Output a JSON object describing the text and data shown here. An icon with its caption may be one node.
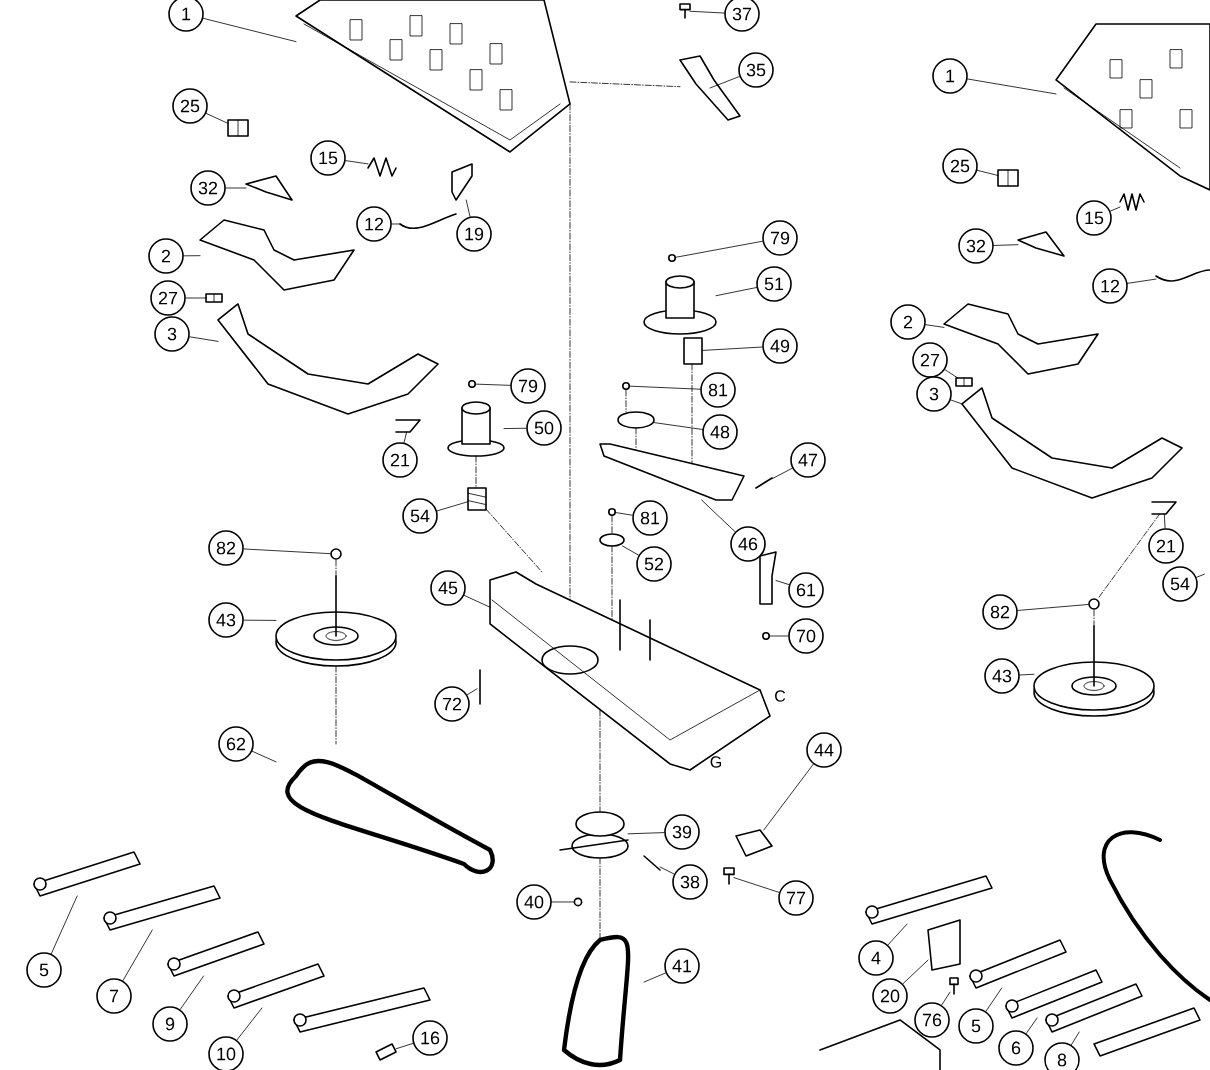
{
  "diagram": {
    "nodes": [
      {
        "text": [
          "1"
        ]
      },
      {
        "text": [
          "25"
        ]
      },
      {
        "text": [
          "15"
        ]
      },
      {
        "text": [
          "32"
        ]
      },
      {
        "text": [
          "12"
        ]
      },
      {
        "text": [
          "19"
        ]
      },
      {
        "text": [
          "2"
        ]
      },
      {
        "text": [
          "27"
        ]
      },
      {
        "text": [
          "3"
        ]
      },
      {
        "text": [
          "21"
        ]
      },
      {
        "text": [
          "79"
        ]
      },
      {
        "text": [
          "50"
        ]
      },
      {
        "text": [
          "54"
        ]
      },
      {
        "text": [
          "82"
        ]
      },
      {
        "text": [
          "43"
        ]
      },
      {
        "text": [
          "62"
        ]
      },
      {
        "text": [
          "45"
        ]
      },
      {
        "text": [
          "72"
        ]
      },
      {
        "text": [
          "5"
        ]
      },
      {
        "text": [
          "7"
        ]
      },
      {
        "text": [
          "9"
        ]
      },
      {
        "text": [
          "10"
        ]
      },
      {
        "text": [
          "16"
        ]
      },
      {
        "text": [
          "37"
        ]
      },
      {
        "text": [
          "35"
        ]
      },
      {
        "text": [
          "79"
        ]
      },
      {
        "text": [
          "51"
        ]
      },
      {
        "text": [
          "49"
        ]
      },
      {
        "text": [
          "81"
        ]
      },
      {
        "text": [
          "48"
        ]
      },
      {
        "text": [
          "47"
        ]
      },
      {
        "text": [
          "46"
        ]
      },
      {
        "text": [
          "81"
        ]
      },
      {
        "text": [
          "52"
        ]
      },
      {
        "text": [
          "61"
        ]
      },
      {
        "text": [
          "70"
        ]
      },
      {
        "text": [
          "44"
        ]
      },
      {
        "text": [
          "39"
        ]
      },
      {
        "text": [
          "38"
        ]
      },
      {
        "text": [
          "77"
        ]
      },
      {
        "text": [
          "40"
        ]
      },
      {
        "text": [
          "41"
        ]
      },
      {
        "text": [
          "1"
        ]
      },
      {
        "text": [
          "25"
        ]
      },
      {
        "text": [
          "15"
        ]
      },
      {
        "text": [
          "32"
        ]
      },
      {
        "text": [
          "12"
        ]
      },
      {
        "text": [
          "2"
        ]
      },
      {
        "text": [
          "27"
        ]
      },
      {
        "text": [
          "3"
        ]
      },
      {
        "text": [
          "21"
        ]
      },
      {
        "text": [
          "54"
        ]
      },
      {
        "text": [
          "82"
        ]
      },
      {
        "text": [
          "43"
        ]
      },
      {
        "text": [
          "4"
        ]
      },
      {
        "text": [
          "20"
        ]
      },
      {
        "text": [
          "76"
        ]
      },
      {
        "text": [
          "5"
        ]
      },
      {
        "text": [
          "6"
        ]
      },
      {
        "text": [
          "8"
        ]
      },
      {
        "text": [],
        "shape": "picture"
      },
      {
        "text": [],
        "shape": "picture"
      },
      {
        "text": [],
        "shape": "picture"
      },
      {
        "text": [],
        "shape": "picture"
      },
      {
        "text": [],
        "shape": "picture"
      },
      {
        "text": [],
        "shape": "picture"
      },
      {
        "text": [],
        "shape": "picture"
      },
      {
        "text": [],
        "shape": "picture"
      },
      {
        "text": [],
        "shape": "picture"
      },
      {
        "text": [],
        "shape": "picture"
      },
      {
        "text": [],
        "shape": "picture"
      },
      {
        "text": [],
        "shape": "picture"
      },
      {
        "text": [],
        "shape": "picture"
      },
      {
        "text": [],
        "shape": "picture"
      },
      {
        "text": [],
        "shape": "picture"
      },
      {
        "text": [],
        "shape": "picture"
      },
      {
        "text": [],
        "shape": "picture"
      },
      {
        "text": [],
        "shape": "picture"
      },
      {
        "text": [],
        "shape": "picture"
      },
      {
        "text": [],
        "shape": "picture"
      },
      {
        "text": [],
        "shape": "picture"
      },
      {
        "text": [],
        "shape": "picture"
      },
      {
        "text": [],
        "shape": "picture"
      },
      {
        "text": [],
        "shape": "picture"
      },
      {
        "text": [],
        "shape": "picture"
      },
      {
        "text": [],
        "shape": "picture"
      },
      {
        "text": [],
        "shape": "picture"
      },
      {
        "text": [],
        "shape": "picture"
      },
      {
        "text": [],
        "shape": "picture"
      },
      {
        "text": [],
        "shape": "picture"
      },
      {
        "text": [],
        "shape": "picture"
      },
      {
        "text": [],
        "shape": "picture"
      },
      {
        "text": [],
        "shape": "picture"
      },
      {
        "text": [],
        "shape": "picture"
      },
      {
        "text": [],
        "shape": "picture"
      },
      {
        "text": [],
        "shape": "picture"
      },
      {
        "text": [],
        "shape": "picture"
      },
      {
        "text": [],
        "shape": "picture"
      },
      {
        "text": [],
        "shape": "picture"
      },
      {
        "text": [],
        "shape": "picture"
      },
      {
        "text": [],
        "shape": "picture"
      },
      {
        "text": [],
        "shape": "picture"
      },
      {
        "text": [],
        "shape": "picture"
      },
      {
        "text": [],
        "shape": "picture"
      },
      {
        "text": [],
        "shape": "picture"
      },
      {
        "text": [],
        "shape": "picture"
      },
      {
        "text": [],
        "shape": "picture"
      },
      {
        "text": [],
        "shape": "picture"
      },
      {
        "text": [],
        "shape": "picture"
      },
      {
        "text": [],
        "shape": "picture"
      },
      {
        "text": [],
        "shape": "picture"
      },
      {
        "text": [],
        "shape": "picture"
      },
      {
        "text": [],
        "shape": "picture"
      },
      {
        "text": [],
        "shape": "picture"
      },
      {
        "text": [],
        "shape": "picture"
      },
      {
        "text": [],
        "shape": "picture"
      },
      {
        "text": [],
        "shape": "picture"
      },
      {
        "text": [],
        "shape": "picture"
      },
      {
        "text": [],
        "shape": "picture"
      }
    ],
    "edges": [
      {
        "from": 0,
        "to": 60,
        "arrow": "none"
      },
      {
        "from": 1,
        "to": 61,
        "arrow": "none"
      },
      {
        "from": 2,
        "to": 62,
        "arrow": "none"
      },
      {
        "from": 3,
        "to": 63,
        "arrow": "none"
      },
      {
        "from": 4,
        "to": 64,
        "arrow": "none"
      },
      {
        "from": 5,
        "to": 65,
        "arrow": "none"
      },
      {
        "from": 6,
        "to": 66,
        "arrow": "none"
      },
      {
        "from": 7,
        "to": 67,
        "arrow": "none"
      },
      {
        "from": 8,
        "to": 68,
        "arrow": "none"
      },
      {
        "from": 9,
        "to": 69,
        "arrow": "none"
      },
      {
        "from": 10,
        "to": 70,
        "arrow": "none"
      },
      {
        "from": 11,
        "to": 71,
        "arrow": "none"
      },
      {
        "from": 12,
        "to": 72,
        "arrow": "none"
      },
      {
        "from": 13,
        "to": 73,
        "arrow": "none"
      },
      {
        "from": 14,
        "to": 74,
        "arrow": "none"
      },
      {
        "from": 15,
        "to": 75,
        "arrow": "none"
      },
      {
        "from": 16,
        "to": 76,
        "arrow": "none"
      },
      {
        "from": 17,
        "to": 77,
        "arrow": "none"
      },
      {
        "from": 18,
        "to": 78,
        "arrow": "none"
      },
      {
        "from": 19,
        "to": 79,
        "arrow": "none"
      },
      {
        "from": 20,
        "to": 80,
        "arrow": "none"
      },
      {
        "from": 21,
        "to": 81,
        "arrow": "none"
      },
      {
        "from": 22,
        "to": 82,
        "arrow": "none"
      },
      {
        "from": 23,
        "to": 83,
        "arrow": "none"
      },
      {
        "from": 24,
        "to": 84,
        "arrow": "none"
      },
      {
        "from": 25,
        "to": 85,
        "arrow": "none"
      },
      {
        "from": 26,
        "to": 86,
        "arrow": "none"
      },
      {
        "from": 27,
        "to": 87,
        "arrow": "none"
      },
      {
        "from": 28,
        "to": 88,
        "arrow": "none"
      },
      {
        "from": 29,
        "to": 89,
        "arrow": "none"
      },
      {
        "from": 30,
        "to": 90,
        "arrow": "none"
      },
      {
        "from": 31,
        "to": 91,
        "arrow": "none"
      },
      {
        "from": 32,
        "to": 92,
        "arrow": "none"
      },
      {
        "from": 33,
        "to": 93,
        "arrow": "none"
      },
      {
        "from": 34,
        "to": 94,
        "arrow": "none"
      },
      {
        "from": 35,
        "to": 95,
        "arrow": "none"
      },
      {
        "from": 36,
        "to": 96,
        "arrow": "none"
      },
      {
        "from": 37,
        "to": 97,
        "arrow": "none"
      },
      {
        "from": 38,
        "to": 98,
        "arrow": "none"
      },
      {
        "from": 39,
        "to": 99,
        "arrow": "none"
      },
      {
        "from": 40,
        "to": 100,
        "arrow": "none"
      },
      {
        "from": 41,
        "to": 101,
        "arrow": "none"
      },
      {
        "from": 42,
        "to": 102,
        "arrow": "none"
      },
      {
        "from": 43,
        "to": 103,
        "arrow": "none"
      },
      {
        "from": 44,
        "to": 104,
        "arrow": "none"
      },
      {
        "from": 45,
        "to": 105,
        "arrow": "none"
      },
      {
        "from": 46,
        "to": 106,
        "arrow": "none"
      },
      {
        "from": 47,
        "to": 107,
        "arrow": "none"
      },
      {
        "from": 48,
        "to": 108,
        "arrow": "none"
      },
      {
        "from": 49,
        "to": 109,
        "arrow": "none"
      },
      {
        "from": 50,
        "to": 110,
        "arrow": "none"
      },
      {
        "from": 51,
        "to": null,
        "arrow": "none"
      },
      {
        "from": 52,
        "to": 111,
        "arrow": "none"
      },
      {
        "from": 53,
        "to": 112,
        "arrow": "none"
      },
      {
        "from": 54,
        "to": 113,
        "arrow": "none"
      },
      {
        "from": 55,
        "to": 114,
        "arrow": "none"
      },
      {
        "from": 56,
        "to": 115,
        "arrow": "none"
      },
      {
        "from": 57,
        "to": 116,
        "arrow": "none"
      },
      {
        "from": 58,
        "to": 117,
        "arrow": "none"
      },
      {
        "from": 59,
        "to": 118,
        "arrow": "none"
      },
      {
        "from": 60,
        "to": 76,
        "arrow": "none",
        "style": "dashed"
      },
      {
        "from": 76,
        "to": 97,
        "arrow": "none",
        "style": "dashed"
      },
      {
        "from": 97,
        "to": 101,
        "arrow": "none",
        "style": "dashed"
      },
      {
        "from": 71,
        "to": 72,
        "arrow": "none",
        "style": "dashed"
      },
      {
        "from": 72,
        "to": 76,
        "arrow": "none",
        "style": "dashed"
      },
      {
        "from": 73,
        "to": 74,
        "arrow": "none",
        "style": "dashed"
      },
      {
        "from": 74,
        "to": 75,
        "arrow": "none",
        "style": "dashed"
      },
      {
        "from": 60,
        "to": 84,
        "arrow": "none",
        "style": "dashed"
      },
      {
        "from": 87,
        "to": 91,
        "arrow": "none",
        "style": "dashed"
      },
      {
        "from": 88,
        "to": 89,
        "arrow": "none",
        "style": "dashed"
      },
      {
        "from": 89,
        "to": 91,
        "arrow": "none",
        "style": "dashed"
      },
      {
        "from": 92,
        "to": 93,
        "arrow": "none",
        "style": "dashed"
      },
      {
        "from": 93,
        "to": 76,
        "arrow": "none",
        "style": "dashed"
      },
      {
        "from": 110,
        "to": 111,
        "arrow": "none",
        "style": "dashed"
      },
      {
        "from": 111,
        "to": 112,
        "arrow": "none",
        "style": "dashed"
      }
    ],
    "labels": [
      "C",
      "G"
    ]
  }
}
